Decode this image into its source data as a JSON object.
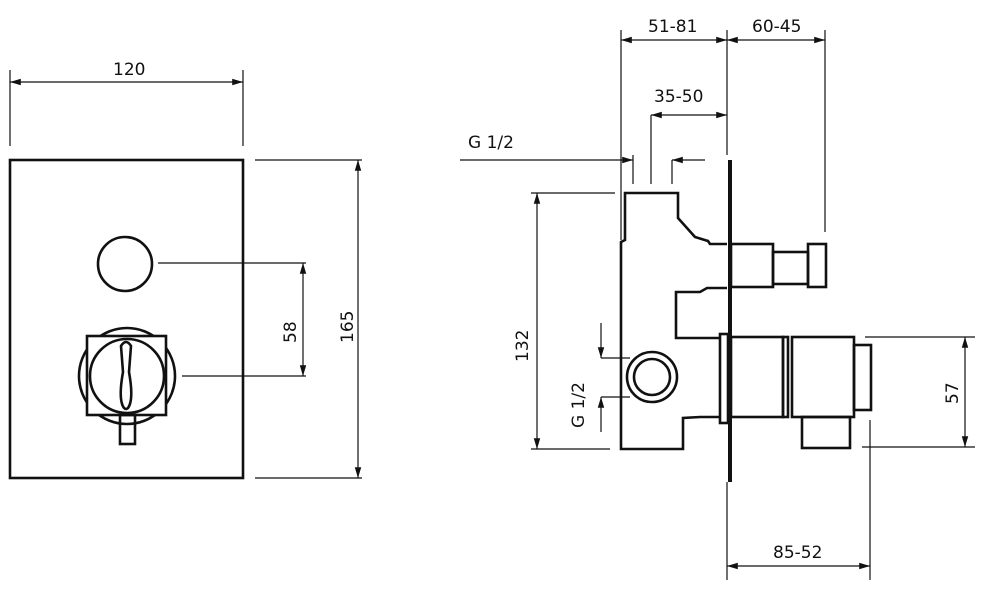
{
  "front_view": {
    "width_label": "120",
    "height_label": "165",
    "spacing_label": "58"
  },
  "side_view": {
    "depth_top_label": "51-81",
    "outlet_label": "60-45",
    "inner_label": "35-50",
    "inlet_top_label": "G 1/2",
    "body_height_label": "132",
    "inlet_side_label": "G 1/2",
    "knob_height_label": "57",
    "projection_label": "85-52"
  }
}
